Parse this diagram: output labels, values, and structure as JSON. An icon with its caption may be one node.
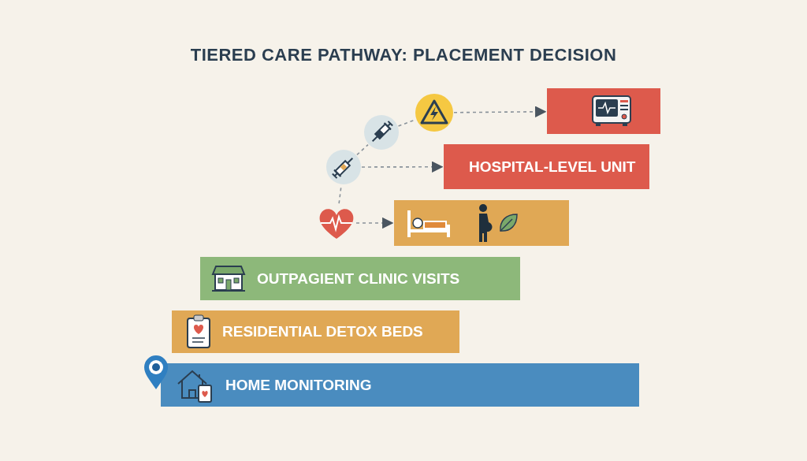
{
  "diagram": {
    "title": "TIERED CARE PATHWAY: PLACEMENT DECISION",
    "nodes": [
      {
        "text": [],
        "shape": "circle"
      },
      {
        "text": [],
        "shape": "box"
      },
      {
        "text": [],
        "shape": "circle"
      },
      {
        "text": [],
        "shape": "circle"
      },
      {
        "text": [
          "HOSPITAL-LEVEL UNIT"
        ]
      },
      {
        "text": [],
        "shape": "circle"
      },
      {
        "text": [],
        "shape": "box"
      },
      {
        "text": [
          "OUTPAGIENT CLINIC VISITS"
        ]
      },
      {
        "text": [
          "RESIDENTIAL DETOX BEDS"
        ]
      },
      {
        "text": [
          "HOME MONITORING"
        ]
      }
    ],
    "edges": [
      {
        "from": 5,
        "to": 3,
        "arrow": "none",
        "style": "dashed"
      },
      {
        "from": 3,
        "to": 2,
        "arrow": "none",
        "style": "dashed"
      },
      {
        "from": 2,
        "to": 0,
        "arrow": "none",
        "style": "dashed"
      },
      {
        "from": 0,
        "to": 1,
        "arrow": "to",
        "style": "dashed"
      },
      {
        "from": 3,
        "to": 4,
        "arrow": "to",
        "style": "dashed"
      },
      {
        "from": 5,
        "to": 6,
        "arrow": "to",
        "style": "dashed"
      }
    ]
  }
}
